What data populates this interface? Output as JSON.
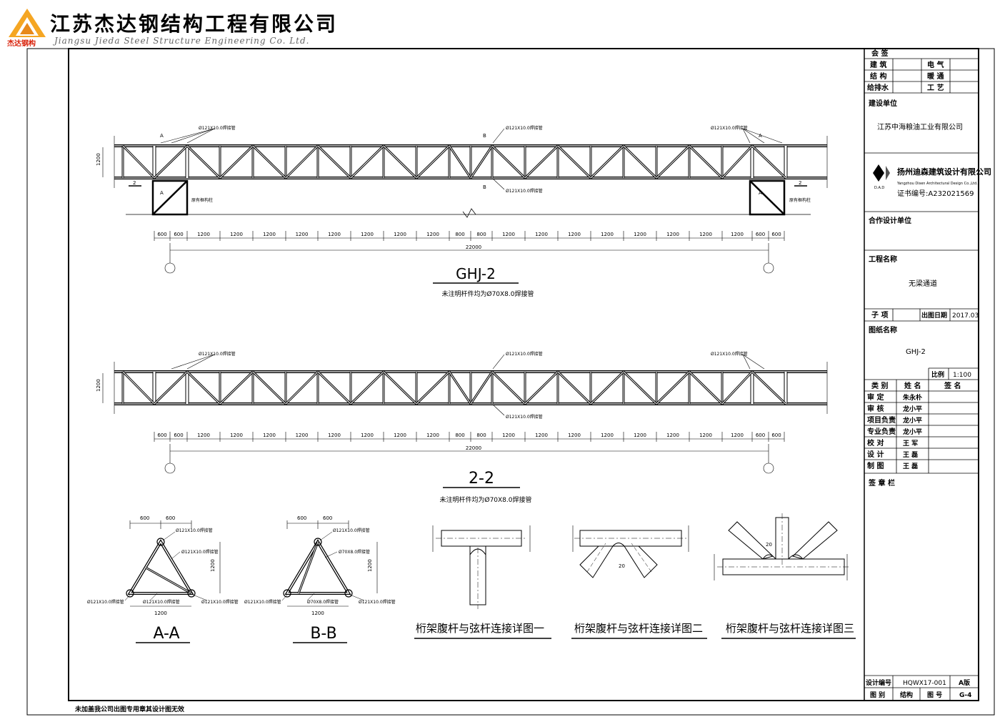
{
  "header": {
    "company_cn": "江苏杰达钢结构工程有限公司",
    "company_en": "Jiangsu Jieda Steel Structure Engineering Co. Ltd.",
    "logo_text": "杰达钢构"
  },
  "footer_note": "未加盖我公司出图专用章其设计图无效",
  "drawings": {
    "elevation_title": "GHJ-2",
    "elevation_note": "未注明杆件均为Ø70X8.0焊接管",
    "section_title": "2-2",
    "section_note": "未注明杆件均为Ø70X8.0焊接管",
    "spacing_labels": [
      "600",
      "600",
      "1200",
      "1200",
      "1200",
      "1200",
      "1200",
      "1200",
      "1200",
      "1200",
      "800",
      "800",
      "1200",
      "1200",
      "1200",
      "1200",
      "1200",
      "1200",
      "1200",
      "1200",
      "600",
      "600"
    ],
    "total_length": "22000",
    "height": "1200",
    "pipe_main": "Ø121X10.0焊接管",
    "pipe_web": "Ø70X8.0焊接管",
    "support_label": "原有框构柱",
    "cut_a": "A",
    "cut_b": "B",
    "cut_2": "2",
    "section_aa": {
      "title": "A-A",
      "dim_half": "600",
      "width": "1200",
      "height": "1200",
      "top": "Ø121X10.0焊接管",
      "left": "Ø121X10.0焊接管",
      "bottom": "Ø121X10.0焊接管",
      "right": "Ø121X10.0焊接管",
      "diag": "Ø121X10.0焊接管"
    },
    "section_bb": {
      "title": "B-B",
      "dim_half": "600",
      "width": "1200",
      "height": "1200",
      "top": "Ø121X10.0焊接管",
      "left": "Ø121X10.0焊接管",
      "bottom": "Ø70X8.0焊接管",
      "right": "Ø121X10.0焊接管",
      "diag": "Ø70X8.0焊接管"
    },
    "detail_1": "桁架腹杆与弦杆连接详图一",
    "detail_2": "桁架腹杆与弦杆连接详图二",
    "detail_3": "桁架腹杆与弦杆连接详图三",
    "detail_dim": "20"
  },
  "title_block": {
    "countersign": "会 签",
    "arch": "建 筑",
    "elec": "电 气",
    "struct": "结 构",
    "hvac": "暖 通",
    "plumb": "给排水",
    "process": "工 艺",
    "owner_label": "建设单位",
    "owner": "江苏中海粮油工业有限公司",
    "designer": "扬州迪森建筑设计有限公司",
    "designer_en": "Yangzhou Disen Architectural Design Co.,Ltd.",
    "designer_abbr": "D.A.D",
    "cert": "证书编号:A232021569",
    "coop_label": "合作设计单位",
    "project_label": "工程名称",
    "project": "无梁通道",
    "subitem_label": "子 项",
    "date_label": "出图日期",
    "date": "2017.03",
    "drawing_name_label": "图纸名称",
    "drawing_name": "GHJ-2",
    "scale_label": "比例",
    "scale": "1:100",
    "col_type": "类 别",
    "col_name": "姓 名",
    "col_sign": "签 名",
    "roles": [
      {
        "role": "审 定",
        "name": "朱永朴"
      },
      {
        "role": "审 核",
        "name": "龙小平"
      },
      {
        "role": "项目负责",
        "name": "龙小平"
      },
      {
        "role": "专业负责",
        "name": "龙小平"
      },
      {
        "role": "校 对",
        "name": "王 军"
      },
      {
        "role": "设 计",
        "name": "王 磊"
      },
      {
        "role": "制 图",
        "name": "王 磊"
      }
    ],
    "seal_label": "签 章 栏",
    "design_no_label": "设计编号",
    "design_no": "HQWX17-001",
    "version": "A版",
    "category_label": "图 别",
    "category": "结构",
    "drawing_no_label": "图 号",
    "drawing_no": "G-4"
  }
}
